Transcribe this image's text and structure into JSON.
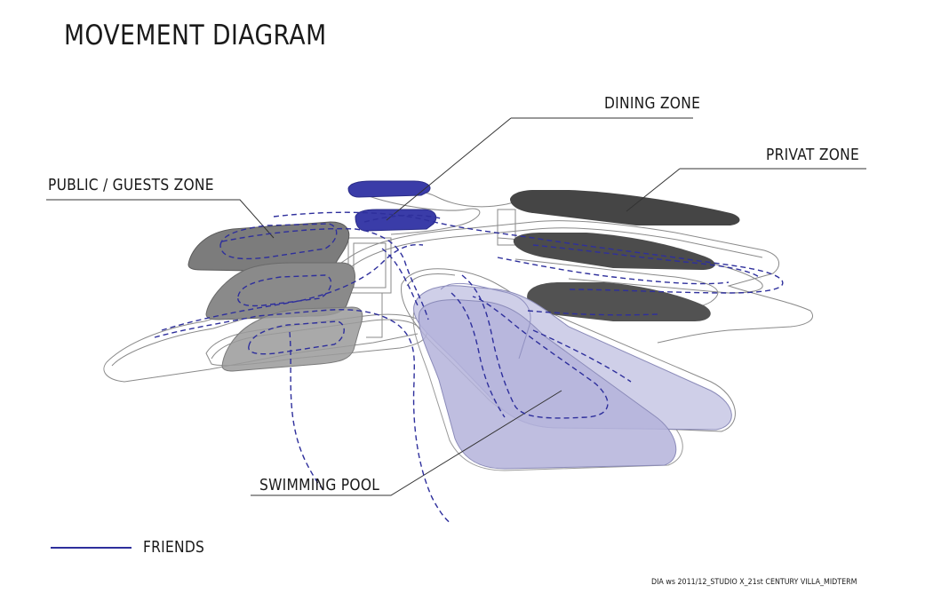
{
  "title": "MOVEMENT DIAGRAM",
  "labels": {
    "dining": "DINING ZONE",
    "privat": "PRIVAT ZONE",
    "public": "PUBLIC / GUESTS ZONE",
    "pool": "SWIMMING POOL"
  },
  "legend": {
    "friends": "FRIENDS"
  },
  "footer": "DIA ws 2011/12_STUDIO X_21st CENTURY VILLA_MIDTERM",
  "colors": {
    "dining": "#3a3ca8",
    "privat": "#4a4a4a",
    "public": "#7a7a7a",
    "pool": "#b7b6dc",
    "path": "#2e2f9c"
  }
}
